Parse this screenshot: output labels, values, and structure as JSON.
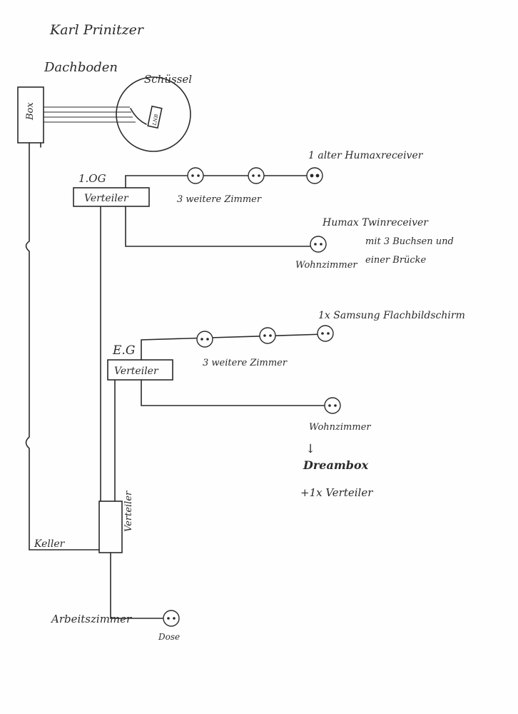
{
  "diagram": {
    "author": "Karl Prinitzer",
    "attic": {
      "label": "Dachboden",
      "dish_label": "Schüssel",
      "box_label": "Box",
      "lnb_label": "LNB"
    },
    "floor_1og": {
      "level_label": "1.OG",
      "splitter_label": "Verteiler",
      "rooms_label": "3 weitere Zimmer",
      "receiver_note": "1 alter Humaxreceiver",
      "twin_receiver_note_line1": "Humax Twinreceiver",
      "twin_receiver_note_line2": "mit 3 Buchsen und",
      "twin_receiver_note_line3": "einer Brücke",
      "living_room_label": "Wohnzimmer"
    },
    "floor_eg": {
      "level_label": "E.G",
      "splitter_label": "Verteiler",
      "rooms_label": "3 weitere Zimmer",
      "tv_note": "1x Samsung Flachbildschirm",
      "living_room_label": "Wohnzimmer",
      "arrow": "↓",
      "dreambox_label": "Dreambox",
      "extra_splitter_label": "+1x Verteiler"
    },
    "basement": {
      "splitter_label": "Verteiler",
      "level_label": "Keller"
    },
    "study": {
      "room_label": "Arbeitszimmer",
      "socket_label": "Dose"
    }
  }
}
